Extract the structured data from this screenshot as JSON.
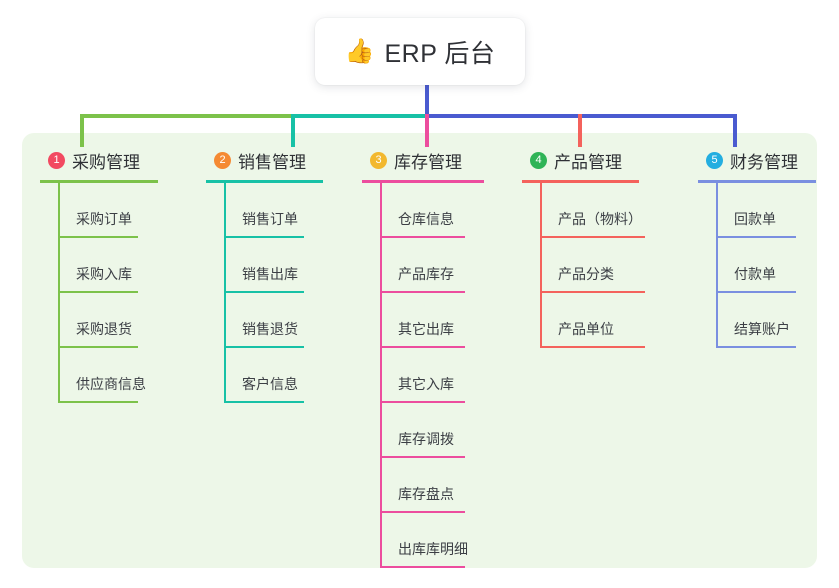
{
  "root": {
    "icon": "thumbs-up-emoji",
    "emoji": "👍",
    "title": "ERP 后台"
  },
  "palette": {
    "panel_bg": "#edf7e8",
    "page_bg": "#ffffff",
    "text": "#2f3136",
    "stem": "#4a5bd0",
    "bar_left": "#7cc24a",
    "bar_mid": "#17c1a6",
    "bar_right": "#4a5bd0"
  },
  "columns": [
    {
      "number": "1",
      "title": "采购管理",
      "badge_color": "#f24a61",
      "line_color": "#7cc24a",
      "drop_color": "#7cc24a",
      "items": [
        "采购订单",
        "采购入库",
        "采购退货",
        "供应商信息"
      ]
    },
    {
      "number": "2",
      "title": "销售管理",
      "badge_color": "#f58a33",
      "line_color": "#17c1a6",
      "drop_color": "#17c1a6",
      "items": [
        "销售订单",
        "销售出库",
        "销售退货",
        "客户信息"
      ]
    },
    {
      "number": "3",
      "title": "库存管理",
      "badge_color": "#f2b82e",
      "line_color": "#ec4d9e",
      "drop_color": "#ec4d9e",
      "items": [
        "仓库信息",
        "产品库存",
        "其它出库",
        "其它入库",
        "库存调拨",
        "库存盘点",
        "出库库明细"
      ]
    },
    {
      "number": "4",
      "title": "产品管理",
      "badge_color": "#2fb457",
      "line_color": "#f4625c",
      "drop_color": "#f4625c",
      "items": [
        "产品（物料）",
        "产品分类",
        "产品单位"
      ]
    },
    {
      "number": "5",
      "title": "财务管理",
      "badge_color": "#24aee0",
      "line_color": "#7a8fe0",
      "drop_color": "#4a5bd0",
      "items": [
        "回款单",
        "付款单",
        "结算账户"
      ]
    }
  ]
}
